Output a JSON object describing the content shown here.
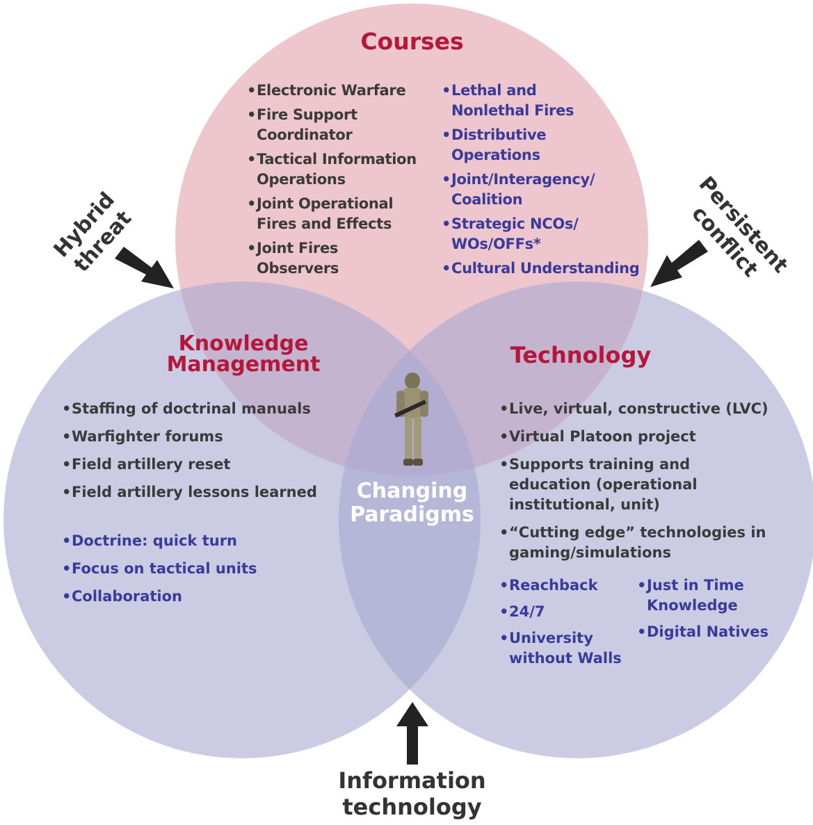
{
  "courses": {
    "title": "Courses",
    "col_left": [
      "Electronic Warfare",
      "Fire Support Coordinator",
      "Tactical Information Operations",
      "Joint Operational Fires and Effects",
      "Joint Fires Observers"
    ],
    "col_right": [
      "Lethal and Nonlethal Fires",
      "Distributive Operations",
      "Joint/Interagency/ Coalition",
      "Strategic NCOs/ WOs/OFFs*",
      "Cultural Understanding"
    ]
  },
  "knowledge": {
    "title_line1": "Knowledge",
    "title_line2": "Management",
    "items_dark": [
      "Staffing of doctrinal manuals",
      "Warfighter forums",
      "Field artillery reset",
      "Field artillery lessons learned"
    ],
    "items_blue": [
      "Doctrine: quick turn",
      "Focus on tactical units",
      "Collaboration"
    ]
  },
  "technology": {
    "title": "Technology",
    "items_dark": [
      "Live, virtual, constructive (LVC)",
      "Virtual Platoon project",
      "Supports training and education (operational institutional, unit)",
      "“Cutting edge” technologies in gaming/simulations"
    ],
    "items_blue_left": [
      "Reachback",
      "24/7",
      "University without Walls"
    ],
    "items_blue_right": [
      "Just in Time Knowledge",
      "Digital Natives"
    ]
  },
  "center": {
    "line1": "Changing",
    "line2": "Paradigms"
  },
  "forces": {
    "hybrid_line1": "Hybrid",
    "hybrid_line2": "threat",
    "persistent_line1": "Persistent",
    "persistent_line2": "conflict",
    "info_line1": "Information",
    "info_line2": "technology"
  },
  "colors": {
    "courses_circle": "#e6b3bd",
    "side_circles": "#bcbbdc",
    "title_red": "#b5173a",
    "dark_text": "#3a3a3a",
    "blue_text": "#3a3a9a",
    "arrow": "#222222"
  },
  "icons": {
    "center_figure": "soldier-icon"
  }
}
